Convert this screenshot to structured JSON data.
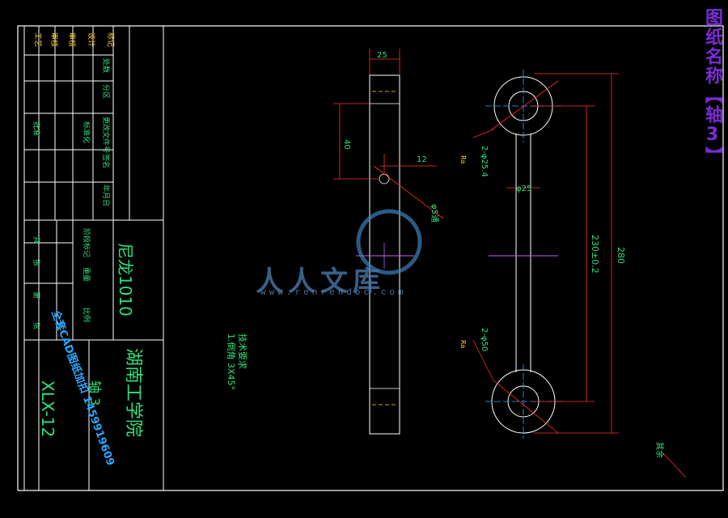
{
  "drawing": {
    "vertical_title": "图纸名称【轴3】",
    "material": "尼龙1010",
    "part_no": "XLX-12",
    "part_name": "轴 3",
    "org": "湖南工学院",
    "tech_req_title": "技术要求",
    "tech_req_1": "1.倒角  3X45°",
    "roughness_note": "其余"
  },
  "title_block": {
    "col_labels": [
      "工艺",
      "审核",
      "审核",
      "设计",
      "标记"
    ],
    "row_labels": [
      "处数",
      "分区",
      "更改文件号",
      "签名",
      "年月日"
    ],
    "side_labels": [
      "标准化",
      "批准"
    ],
    "stage_labels": [
      "阶段标记",
      "重量",
      "比例"
    ],
    "sheet_labels": [
      "共",
      "张",
      "第",
      "张"
    ]
  },
  "dimensions": {
    "width_top": "25",
    "offset_40": "40",
    "hole_d_12": "12",
    "hole_d_5": "φ5通",
    "bore_top": "2-φ25.4",
    "shaft_d": "φ25",
    "center_dist": "230±0.2",
    "total_len": "280",
    "bore_bottom": "2-φ50",
    "chamfer_1": "Ra",
    "chamfer_2": "Ra"
  },
  "watermark": {
    "brand": "人人文库",
    "url": "www.renrendoc.com",
    "promo": "全套CAD图纸加扣 1459919609"
  }
}
